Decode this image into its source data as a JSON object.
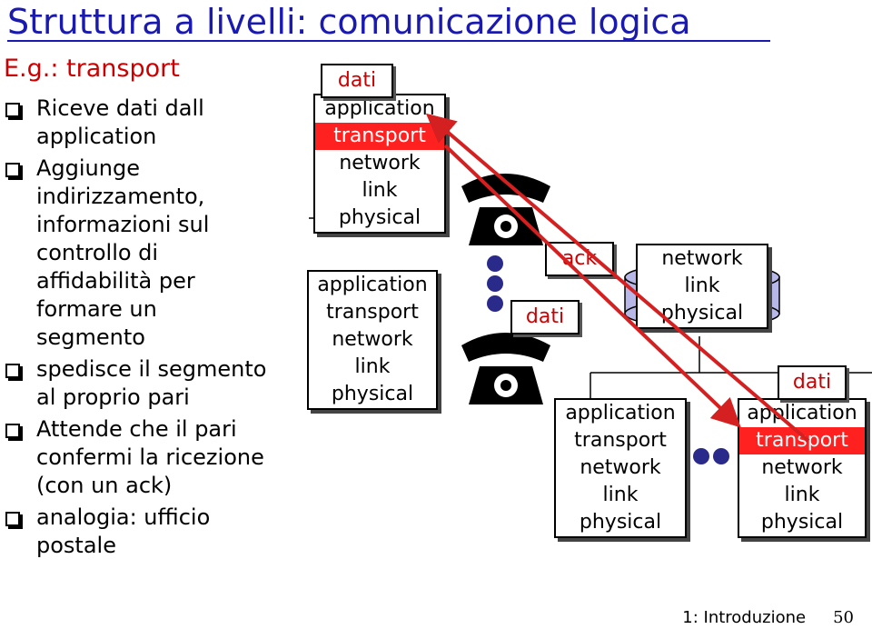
{
  "title": "Struttura a livelli: comunicazione logica",
  "example": "E.g.: transport",
  "bullets": [
    "Riceve dati dall application",
    "Aggiunge indirizzamento, informazioni sul controllo di affidabilità per formare un segmento",
    "spedisce il segmento al proprio pari",
    "Attende che il pari confermi la ricezione (con un ack)",
    "analogia: ufficio postale"
  ],
  "stacks": {
    "host_top": [
      "application",
      "transport",
      "network",
      "link",
      "physical"
    ],
    "host_mid": [
      "application",
      "transport",
      "network",
      "link",
      "physical"
    ],
    "router": [
      "network",
      "link",
      "physical"
    ],
    "host_bottom_mid": [
      "application",
      "transport",
      "network",
      "link",
      "physical"
    ],
    "host_right": [
      "application",
      "transport",
      "network",
      "link",
      "physical"
    ]
  },
  "bubbles": {
    "dati_top": "dati",
    "ack": "ack",
    "dati_mid": "dati",
    "dati_right": "dati"
  },
  "footer": {
    "label": "1: Introduzione",
    "page": "50"
  },
  "colors": {
    "title": "#1a1ab0",
    "accent": "#cc0000",
    "highlight": "#ff2020"
  }
}
